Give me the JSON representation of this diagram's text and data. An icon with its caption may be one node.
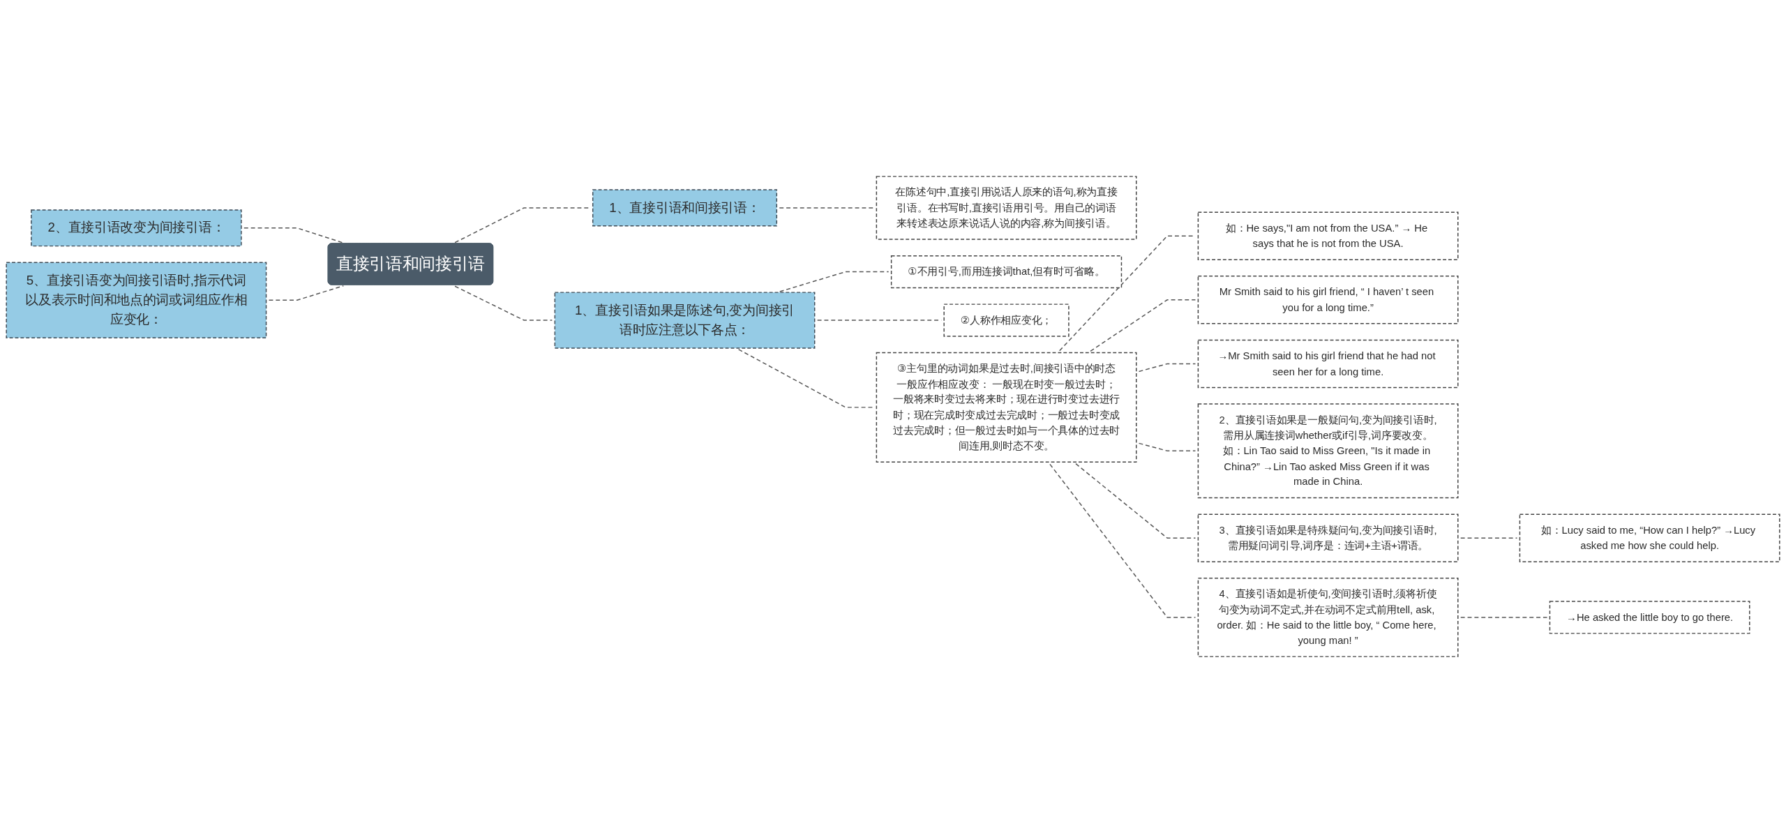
{
  "diagram": {
    "nodes": [
      {
        "text": [
          "直接引语和间接引语"
        ]
      },
      {
        "text": [
          "2、直接引语改变为间接引语："
        ]
      },
      {
        "text": [
          "5、直接引语变为间接引语时,指示代词以及表示时间和地点的词或词组应作相应变化："
        ]
      },
      {
        "text": [
          "1、直接引语和间接引语："
        ]
      },
      {
        "text": [
          "在陈述句中,直接引用说话人原来的语句,称为直接引语。在书写时,直接引语用引号。用自己的词语来转述表达原来说话人说的内容,称为间接引语。"
        ]
      },
      {
        "text": [
          "1、直接引语如果是陈述句,变为间接引语时应注意以下各点："
        ]
      },
      {
        "text": [
          "①不用引号,而用连接词that,但有时可省略。"
        ]
      },
      {
        "text": [
          "②人称作相应变化；"
        ]
      },
      {
        "text": [
          "③主句里的动词如果是过去时,间接引语中的时态一般应作相应改变： 一般现在时变一般过去时；一般将来时变过去将来时；现在进行时变过去进行时；现在完成时变成过去完成时；一般过去时变成过去完成时；但一般过去时如与一个具体的过去时间连用,则时态不变。"
        ]
      },
      {
        "text": [
          "如：He says,\"I am not from the USA.” → He says that he is not from the USA."
        ]
      },
      {
        "text": [
          "Mr Smith said to his girl friend, “ I haven’ t seen you for a long time.”"
        ]
      },
      {
        "text": [
          "→Mr Smith said to his girl friend that he had not seen her for a long time."
        ]
      },
      {
        "text": [
          "2、直接引语如果是一般疑问句,变为间接引语时,需用从属连接词whether或if引导,词序要改变。如：Lin Tao said to Miss Green, \"Is it made in China?” →Lin Tao asked Miss Green if it was made in China."
        ]
      },
      {
        "text": [
          "3、直接引语如果是特殊疑问句,变为间接引语时,需用疑问词引导,词序是：连词+主语+谓语。"
        ]
      },
      {
        "text": [
          "如：Lucy said to me, “How can I help?” →Lucy asked me how she could help."
        ]
      },
      {
        "text": [
          "4、直接引语如是祈使句,变间接引语时,须将祈使句变为动词不定式,并在动词不定式前用tell, ask, order. 如：He said to the little boy, “ Come here, young man! ”"
        ]
      },
      {
        "text": [
          "→He asked the little boy to go there."
        ]
      }
    ],
    "edges": [
      {
        "from": 1,
        "to": 0,
        "arrow": "none",
        "style": "dashed"
      },
      {
        "from": 2,
        "to": 0,
        "arrow": "none",
        "style": "dashed"
      },
      {
        "from": 0,
        "to": 3,
        "arrow": "none",
        "style": "dashed"
      },
      {
        "from": 3,
        "to": 4,
        "arrow": "none",
        "style": "dashed"
      },
      {
        "from": 0,
        "to": 5,
        "arrow": "none",
        "style": "dashed"
      },
      {
        "from": 5,
        "to": 6,
        "arrow": "none",
        "style": "dashed"
      },
      {
        "from": 5,
        "to": 7,
        "arrow": "none",
        "style": "dashed"
      },
      {
        "from": 5,
        "to": 8,
        "arrow": "none",
        "style": "dashed"
      },
      {
        "from": 8,
        "to": 9,
        "arrow": "none",
        "style": "dashed"
      },
      {
        "from": 8,
        "to": 10,
        "arrow": "none",
        "style": "dashed"
      },
      {
        "from": 8,
        "to": 11,
        "arrow": "none",
        "style": "dashed"
      },
      {
        "from": 8,
        "to": 12,
        "arrow": "none",
        "style": "dashed"
      },
      {
        "from": 8,
        "to": 13,
        "arrow": "none",
        "style": "dashed"
      },
      {
        "from": 13,
        "to": 14,
        "arrow": "none",
        "style": "dashed"
      },
      {
        "from": 8,
        "to": 15,
        "arrow": "none",
        "style": "dashed"
      },
      {
        "from": 15,
        "to": 16,
        "arrow": "none",
        "style": "dashed"
      }
    ]
  }
}
